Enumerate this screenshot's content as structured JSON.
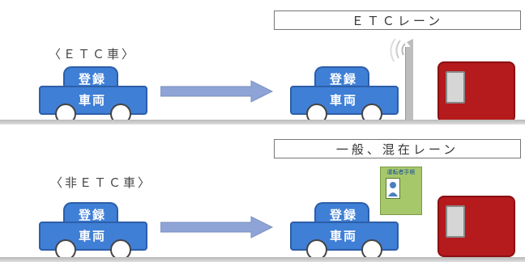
{
  "lanes": [
    {
      "label": "ＥＴＣレーン",
      "category": "〈ＥＴＣ車〉"
    },
    {
      "label": "一般、混在レーン",
      "category": "〈非ＥＴＣ車〉"
    }
  ],
  "car": {
    "line1": "登録",
    "line2": "車両"
  },
  "card_title": "運転者手帳",
  "colors": {
    "car": "#3f7fd6",
    "arrow": "#8ea4d6",
    "booth": "#b51a1d",
    "card": "#a7c86a"
  }
}
